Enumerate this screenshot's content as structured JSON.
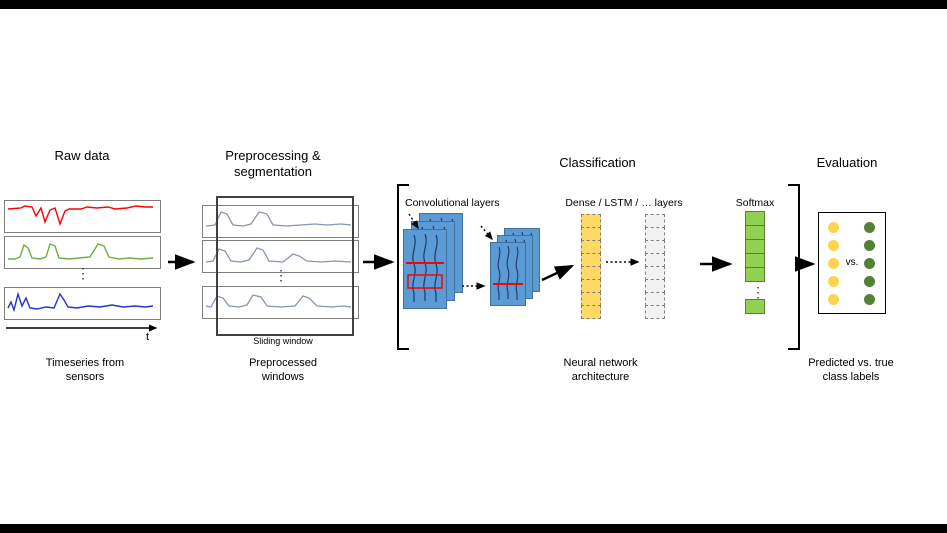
{
  "colors": {
    "red": "#ff0000",
    "green_line": "#70ad47",
    "blue_line": "#2233cc",
    "gray_line": "#8496b0",
    "conv_fill": "#5b9bd5",
    "conv_stroke": "#41719c",
    "conv_wave": "#1f3864",
    "red_marker": "#ff0000",
    "dense_fill": "#ffd966",
    "cell_dash": "#7f7f7f",
    "gray_fill": "#f2f2f2",
    "gray_stroke": "#7f7f7f",
    "softmax_fill": "#92d050",
    "softmax_stroke": "#538135",
    "pred_circle": "#ffd24f",
    "true_circle": "#538135"
  },
  "sections": {
    "raw": {
      "title": "Raw data",
      "caption": "Timeseries from sensors",
      "axis_label": "t",
      "dots": "⋮"
    },
    "preprocess": {
      "title": "Preprocessing & segmentation",
      "window_label": "Sliding  window",
      "caption": "Preprocessed windows",
      "dots": "⋮"
    },
    "classification": {
      "title": "Classification",
      "conv_label": "Convolutional layers",
      "dense_label": "Dense / LSTM / … layers",
      "softmax_label": "Softmax",
      "caption": "Neural network architecture",
      "dots": "⋮"
    },
    "evaluation": {
      "title": "Evaluation",
      "vs_label": "vs.",
      "caption": "Predicted vs. true class labels"
    }
  }
}
